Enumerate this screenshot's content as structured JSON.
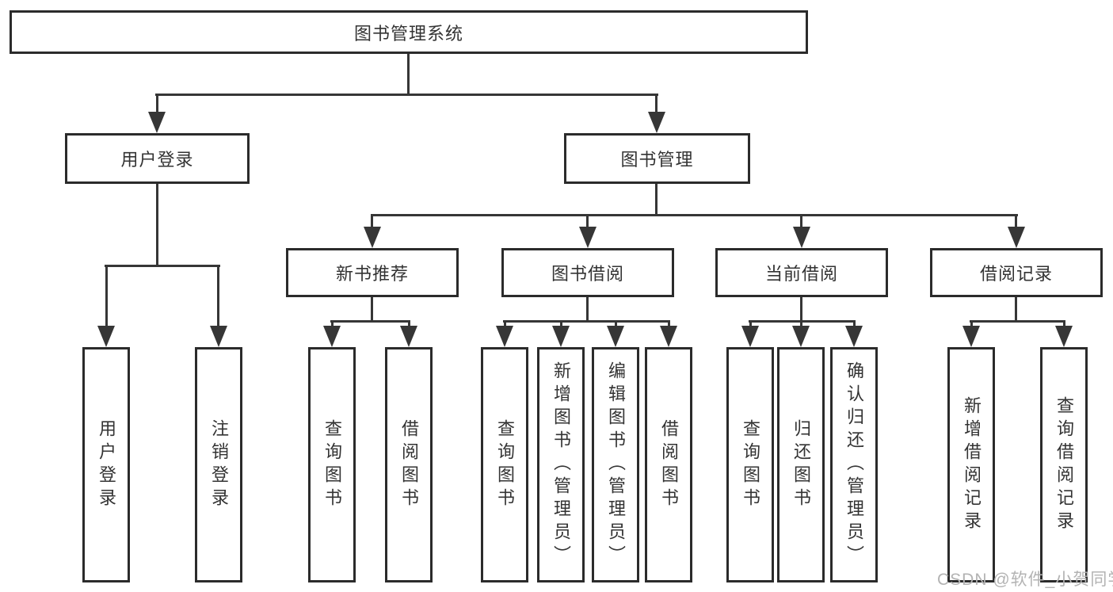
{
  "diagram": {
    "type": "hierarchy-tree",
    "watermark": "CSDN @软件_小贺同学",
    "colors": {
      "background": "#ffffff",
      "box_border": "#2b2b2b",
      "line": "#363636",
      "text": "#333333",
      "watermark": "#b3b3b3"
    },
    "root": {
      "label": "图书管理系统"
    },
    "branches": [
      {
        "label": "用户登录",
        "children": [
          {
            "label": "用户登录"
          },
          {
            "label": "注销登录"
          }
        ]
      },
      {
        "label": "图书管理",
        "children": [
          {
            "label": "新书推荐",
            "children": [
              {
                "label": "查询图书"
              },
              {
                "label": "借阅图书"
              }
            ]
          },
          {
            "label": "图书借阅",
            "children": [
              {
                "label": "查询图书"
              },
              {
                "label": "新增图书（管理员）"
              },
              {
                "label": "编辑图书（管理员）"
              },
              {
                "label": "借阅图书"
              }
            ]
          },
          {
            "label": "当前借阅",
            "children": [
              {
                "label": "查询图书"
              },
              {
                "label": "归还图书"
              },
              {
                "label": "确认归还（管理员）"
              }
            ]
          },
          {
            "label": "借阅记录",
            "children": [
              {
                "label": "新增借阅记录"
              },
              {
                "label": "查询借阅记录"
              }
            ]
          }
        ]
      }
    ]
  }
}
